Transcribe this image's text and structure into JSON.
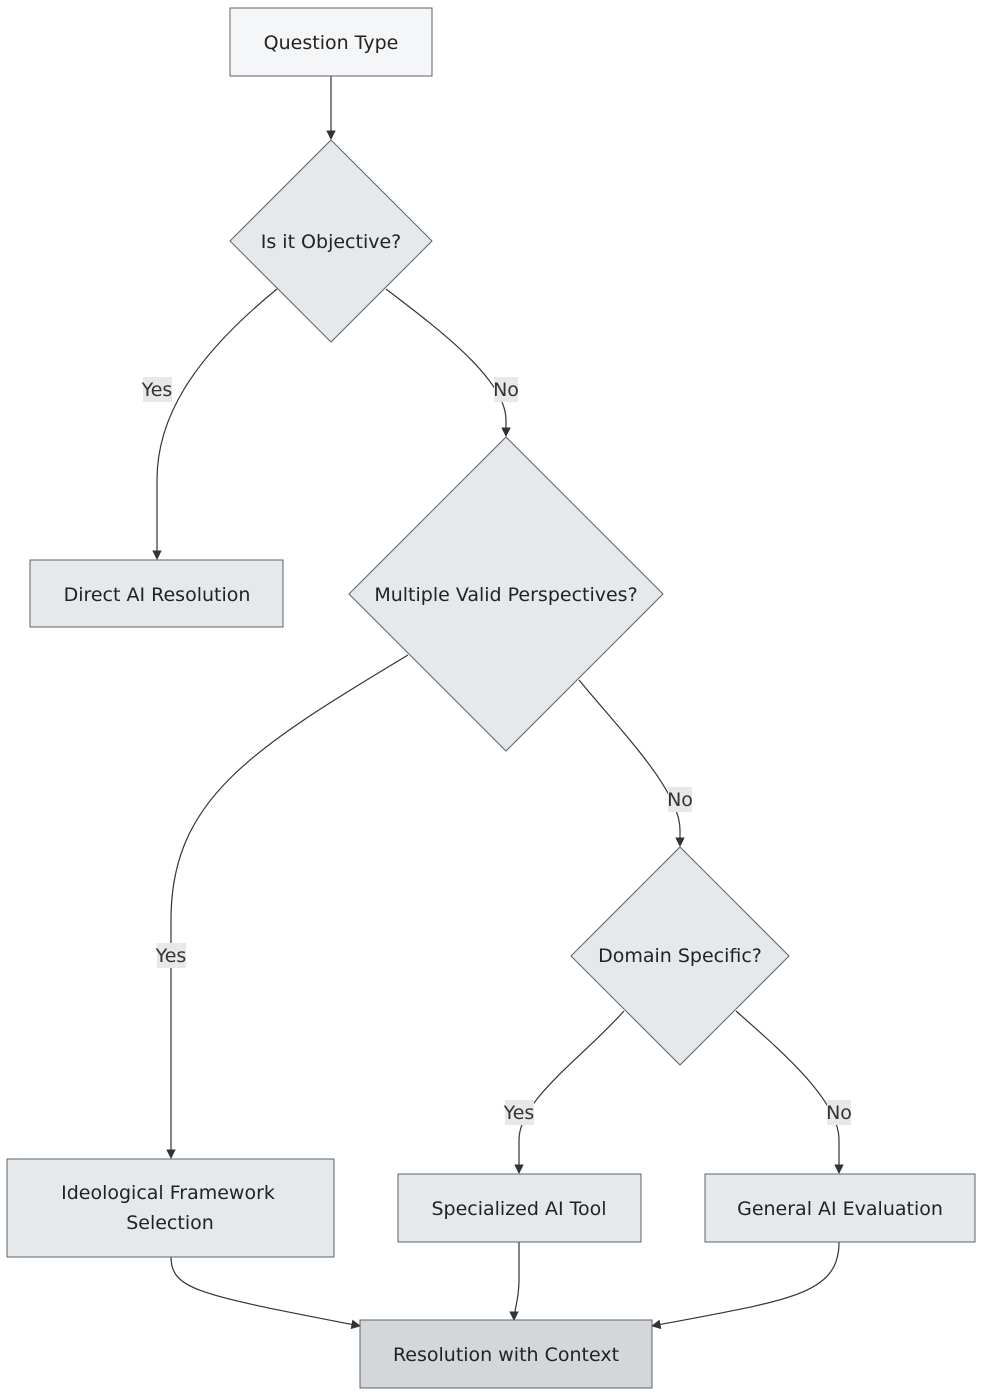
{
  "colors": {
    "start_fill": "#f5f6f8",
    "node_fill": "#e6e9ec",
    "end_fill": "#d3d7da",
    "stroke": "#5f6368",
    "edge": "#333333",
    "label_bg": "#e8e8e8"
  },
  "nodes": {
    "question_type": "Question Type",
    "is_objective": "Is it Objective?",
    "direct_ai": "Direct AI Resolution",
    "multiple_perspectives": "Multiple Valid Perspectives?",
    "ideological_line1": "Ideological Framework",
    "ideological_line2": "Selection",
    "domain_specific": "Domain Specific?",
    "specialized_tool": "Specialized AI Tool",
    "general_eval": "General AI Evaluation",
    "resolution": "Resolution with Context"
  },
  "edge_labels": {
    "objective_yes": "Yes",
    "objective_no": "No",
    "perspectives_yes": "Yes",
    "perspectives_no": "No",
    "domain_yes": "Yes",
    "domain_no": "No"
  }
}
